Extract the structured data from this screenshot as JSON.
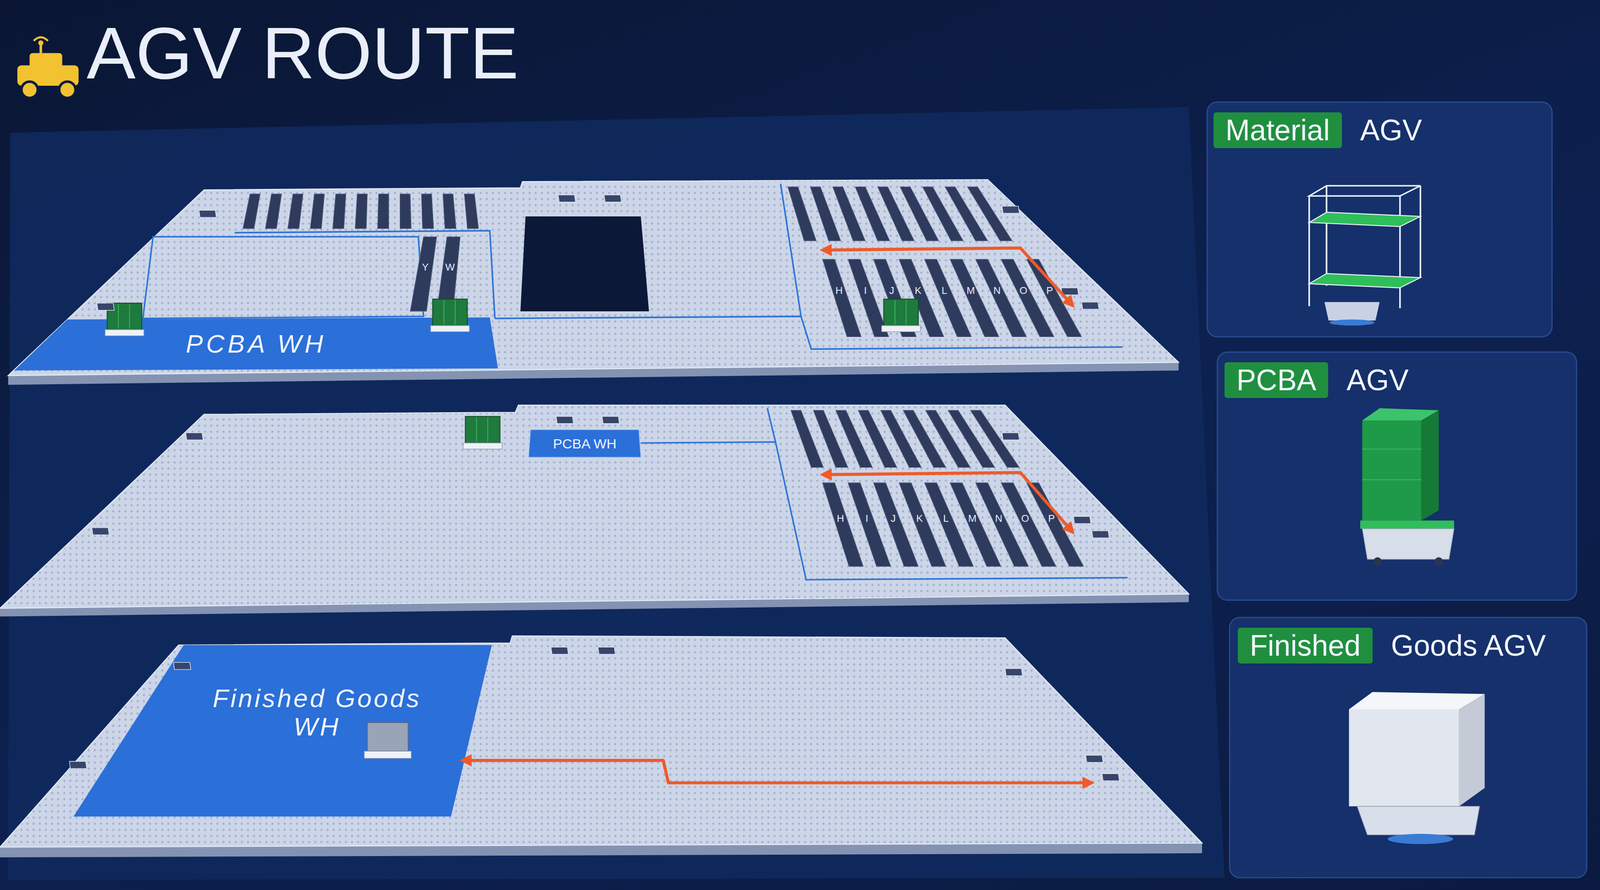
{
  "diagram": {
    "title": "AGV ROUTE",
    "nodes": [
      {
        "text": [
          "PCBA WH"
        ]
      },
      {
        "text": [
          "PCBA WH"
        ]
      },
      {
        "text": [
          "Finished Goods WH"
        ]
      },
      {
        "text": [
          "Material",
          "AGV"
        ]
      },
      {
        "text": [
          "PCBA",
          "AGV"
        ]
      },
      {
        "text": [
          "Finished",
          "Goods AGV"
        ]
      }
    ],
    "labels": [
      "Y",
      "W",
      "H",
      "I",
      "J",
      "K",
      "L",
      "M",
      "N",
      "O",
      "P",
      "H",
      "I",
      "J",
      "K",
      "L",
      "M",
      "N",
      "O",
      "P"
    ]
  }
}
